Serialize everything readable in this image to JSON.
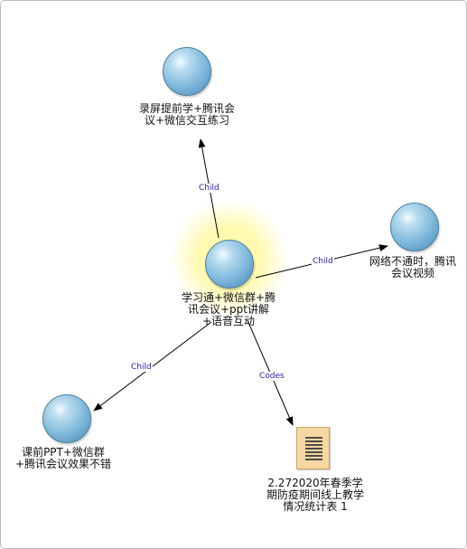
{
  "nodes": {
    "center": {
      "label": "学习通+微信群+腾讯会议+ppt讲解+语音互动",
      "kind": "topic"
    },
    "top": {
      "label": "录屏提前学+腾讯会议+微信交互练习",
      "kind": "topic"
    },
    "right": {
      "label": "网络不通时，腾讯会议视频",
      "kind": "topic"
    },
    "bottom_left": {
      "label": "课前PPT+微信群+腾讯会议效果不错",
      "kind": "topic"
    },
    "document": {
      "label": "2.272020年春季学期防疫期间线上教学情况统计表  1",
      "kind": "document"
    }
  },
  "links": {
    "to_top": {
      "label": "Child"
    },
    "to_right": {
      "label": "Child"
    },
    "to_bottom_left": {
      "label": "Child"
    },
    "to_document": {
      "label": "Codes"
    }
  },
  "colors": {
    "link_line": "#000000",
    "link_label": "#2a1aa8",
    "node_fill": "#7fb9dc",
    "document_fill": "#f7d7a0",
    "glow": "#fff8a0"
  }
}
